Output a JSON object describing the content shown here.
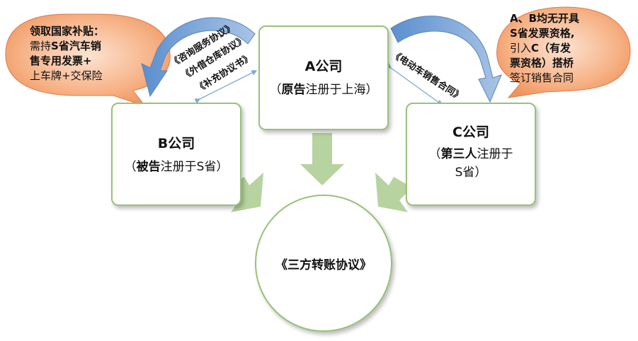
{
  "company_a": {
    "name": "A公司",
    "role_bold": "原告",
    "role_rest": "注册于上海"
  },
  "company_b": {
    "name": "B公司",
    "role_bold": "被告",
    "role_rest": "注册于S省"
  },
  "company_c": {
    "name": "C公司",
    "role_bold": "第三人",
    "role_rest_1": "注册于",
    "role_rest_2": "S省"
  },
  "center": {
    "label": "《三方转账协议》"
  },
  "left_callout": {
    "line1": "领取国家补贴：",
    "line2_pre": "需持",
    "line2_bold": "S省汽车销",
    "line3": "售专用发票+",
    "line4": "上车牌+交保险"
  },
  "right_callout": {
    "line1": "A、B均无开具",
    "line2": "S省发票资格,",
    "line3_pre": "引入",
    "line3_bold": "C（有发",
    "line4": "票资格）搭桥",
    "line5": "签订销售合同"
  },
  "ab_agreements": [
    "《咨询服务协议》",
    "《外借仓库协议》",
    "《补充协议书》"
  ],
  "ac_agreements": [
    "《电动车销售合同》"
  ],
  "colors": {
    "callout_fill": "#f5a77a",
    "arrow_green": "#b7d3a0",
    "curve_blue": "#8fb0d8",
    "box_border": "#9bc07a"
  }
}
